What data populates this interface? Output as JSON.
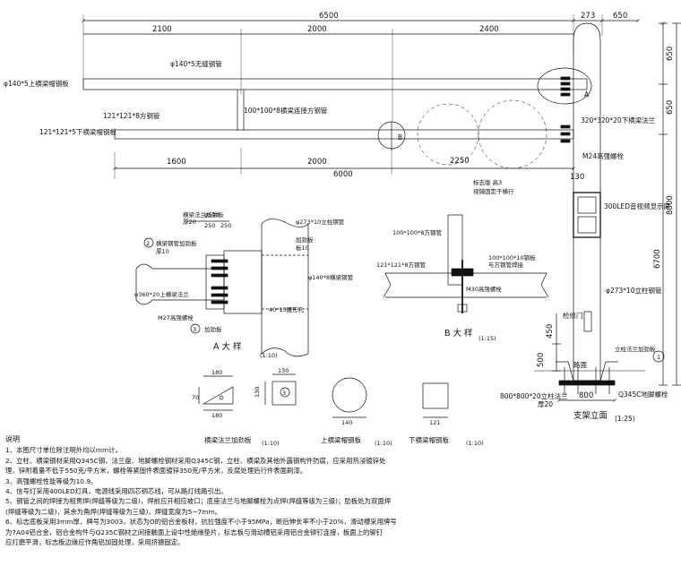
{
  "dims": {
    "top_total": "6500",
    "top_a": "273",
    "top_b": "650",
    "seg1": "2100",
    "seg2": "2000",
    "seg3": "2400",
    "lower1": "1600",
    "lower2": "2000",
    "lower3": "6000",
    "radius": "2250",
    "pole_off": "130",
    "right_650a": "650",
    "right_650b": "650",
    "right_8000": "8000",
    "right_6700": "6700",
    "h450": "450",
    "h500": "500",
    "base_800": "800"
  },
  "labels": {
    "top_pipe": "φ140*5无缝钢管",
    "upper_cap": "φ140*5上横梁帽钢板",
    "sq_pipe_100": "100*100*8横梁连接方钢管",
    "sq_pipe_121": "121*121*8方钢管",
    "lower_cap": "121*121*5下横梁帽钢板",
    "lower_flange": "320*320*20下横梁法兰",
    "bolt_m24": "M24高强螺栓",
    "sign_note1": "标志版 高3",
    "sign_note2": "视镜固定于横行",
    "led_sign": "300LED音视频显示屏",
    "pole_pipe": "φ273*10立柱钢管",
    "manhole": "检修门",
    "pole_flange": "立柱法兰加劲板",
    "base_plate": "800*800*20立柱法兰",
    "base_thick": "厚20",
    "anchor": "Q345C地脚螺栓",
    "ground": "路面",
    "elev_title": "支架立面",
    "elev_scale": "(1:25)",
    "marker_a": "A",
    "marker_b": "B",
    "marker_1": "1"
  },
  "detail_a": {
    "t1": "横梁法兰加劲板",
    "t2": "厚20",
    "t3": "加劲板",
    "t4": "板10",
    "t5": "φ273*10立柱钢管",
    "t6": "φ140*8横梁钢管",
    "t7": "φ360*20上横梁法兰",
    "t8": "M27高强螺栓",
    "t9": "横梁钢管加劲板",
    "t10": "40*15腰形孔",
    "t11": "φ500",
    "t12": "250",
    "t13": "250",
    "t14": "加劲板",
    "t15": "厚10",
    "m2": "2",
    "m3": "3",
    "title": "A 大 样",
    "scale": "(1:10)"
  },
  "detail_b": {
    "t1": "100*100*8方钢管",
    "t2": "121*121*8方钢管",
    "t3": "100*100*10钢板",
    "t4": "与方钢管焊接",
    "t5": "M30高强螺栓",
    "title": "B 大 样",
    "scale": "(1:15)"
  },
  "small_parts": {
    "d180a": "180",
    "d180b": "180",
    "d70": "70",
    "d130a": "130",
    "d130b": "130",
    "d140": "140",
    "d121": "121",
    "m3": "3",
    "t_flange": "横梁法兰加劲板",
    "s1": "(1:10)",
    "t_upper": "上横梁帽钢板",
    "s2": "(1:10)",
    "t_lower": "下横梁帽钢板",
    "s3": "(1:10)"
  },
  "notes": {
    "heading": "说明",
    "lines": [
      "1、本图尺寸单位除注明外均以mm计。",
      "2、立柱、横梁钢材采用Q345C钢，法兰盘、地脚螺栓钢材采用Q345C钢，立柱、横梁及其他外露钢构件防腐，应采用热浸镀锌处",
      "   理，锌附着量不低于550克/平方米，螺栓等紧固件表面镀锌350克/平方米，反腐处理后行件表面刷漆。",
      "3、高强螺栓性能等级为10.9。",
      "4、信号灯采用400LED灯具，电源线采用四芯铜芯线，可从路灯线路引出。",
      "5、钢管之间的焊接为相贯焊(焊缝等级为二级)，焊前应开相应坡口；底座法兰与地脚螺栓为点焊(焊缝等级为三级)；肋板处为双面焊",
      "   (焊缝等级为二级)，其余为角焊(焊缝等级为三级)，焊缝宽度为5~7mm。",
      "6、标志底板采用3mm厚，牌号为3003，状态为O的铝合金板材，抗拉强度不小于95MPa，断后伸长率不小于20%，滑动槽采用牌号",
      "   为7A04铝合金，铝合金构件与Q235C钢材之间接触面上设中性绝缘垫片，标志板与滑动槽铝采用铝合金铆钉连接，板面上的铆钉",
      "   应打磨平滑，标志板边缘应作角铝加固处理，采用挤搪固定。"
    ]
  }
}
